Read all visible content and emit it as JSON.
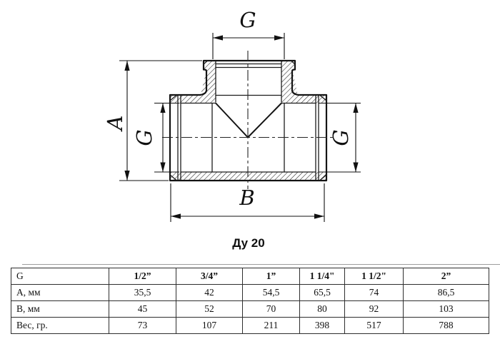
{
  "colors": {
    "line": "#141414",
    "background": "#ffffff",
    "table_border": "#2e2e2e"
  },
  "drawing": {
    "dim_top": "G",
    "dim_left_outer": "A",
    "dim_left_inner": "G",
    "dim_right": "G",
    "dim_bottom": "B",
    "caption": "Ду 20"
  },
  "table": {
    "rows": [
      {
        "cells": [
          "G",
          "1/2”",
          "3/4”",
          "1”",
          "1 1/4\"",
          "1 1/2\"",
          "2”"
        ]
      },
      {
        "cells": [
          "А, мм",
          "35,5",
          "42",
          "54,5",
          "65,5",
          "74",
          "86,5"
        ]
      },
      {
        "cells": [
          "В, мм",
          "45",
          "52",
          "70",
          "80",
          "92",
          "103"
        ]
      },
      {
        "cells": [
          "Вес, гр.",
          "73",
          "107",
          "211",
          "398",
          "517",
          "788"
        ]
      }
    ]
  }
}
